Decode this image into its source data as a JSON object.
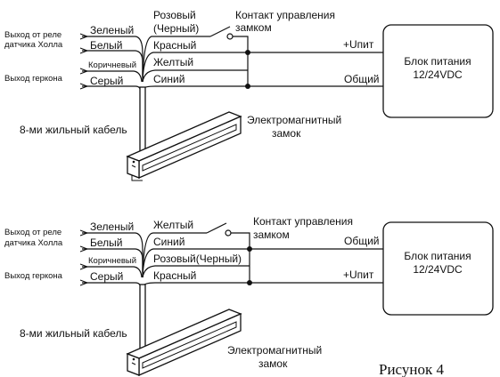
{
  "colors": {
    "ink": "#111111",
    "background": "#ffffff"
  },
  "diagrams": [
    {
      "hall_output": [
        "Выход от реле",
        "датчика Холла"
      ],
      "reed_output": "Выход геркона",
      "wires_left": [
        "Зеленый",
        "Белый",
        "Коричневый",
        "Серый"
      ],
      "wires_right": [
        "Розовый",
        "(Черный)",
        "Красный",
        "Желтый",
        "Синий"
      ],
      "contact": [
        "Контакт управления",
        "замком"
      ],
      "rail_top": "+Uпит",
      "rail_bottom": "Общий",
      "psu": [
        "Блок питания",
        "12/24VDC"
      ],
      "cable": "8-ми жильный кабель",
      "lock": [
        "Электромагнитный",
        "замок"
      ]
    },
    {
      "hall_output": [
        "Выход от реле",
        "датчика Холла"
      ],
      "reed_output": "Выход геркона",
      "wires_left": [
        "Зеленый",
        "Белый",
        "Коричневый",
        "Серый"
      ],
      "wires_right": [
        "Желтый",
        "Синий",
        "Розовый(Черный)",
        "Красный"
      ],
      "contact": [
        "Контакт управления",
        "замком"
      ],
      "rail_top": "Общий",
      "rail_bottom": "+Uпит",
      "psu": [
        "Блок питания",
        "12/24VDC"
      ],
      "cable": "8-ми жильный кабель",
      "lock": [
        "Электромагнитный",
        "замок"
      ]
    }
  ],
  "caption": "Рисунок 4"
}
